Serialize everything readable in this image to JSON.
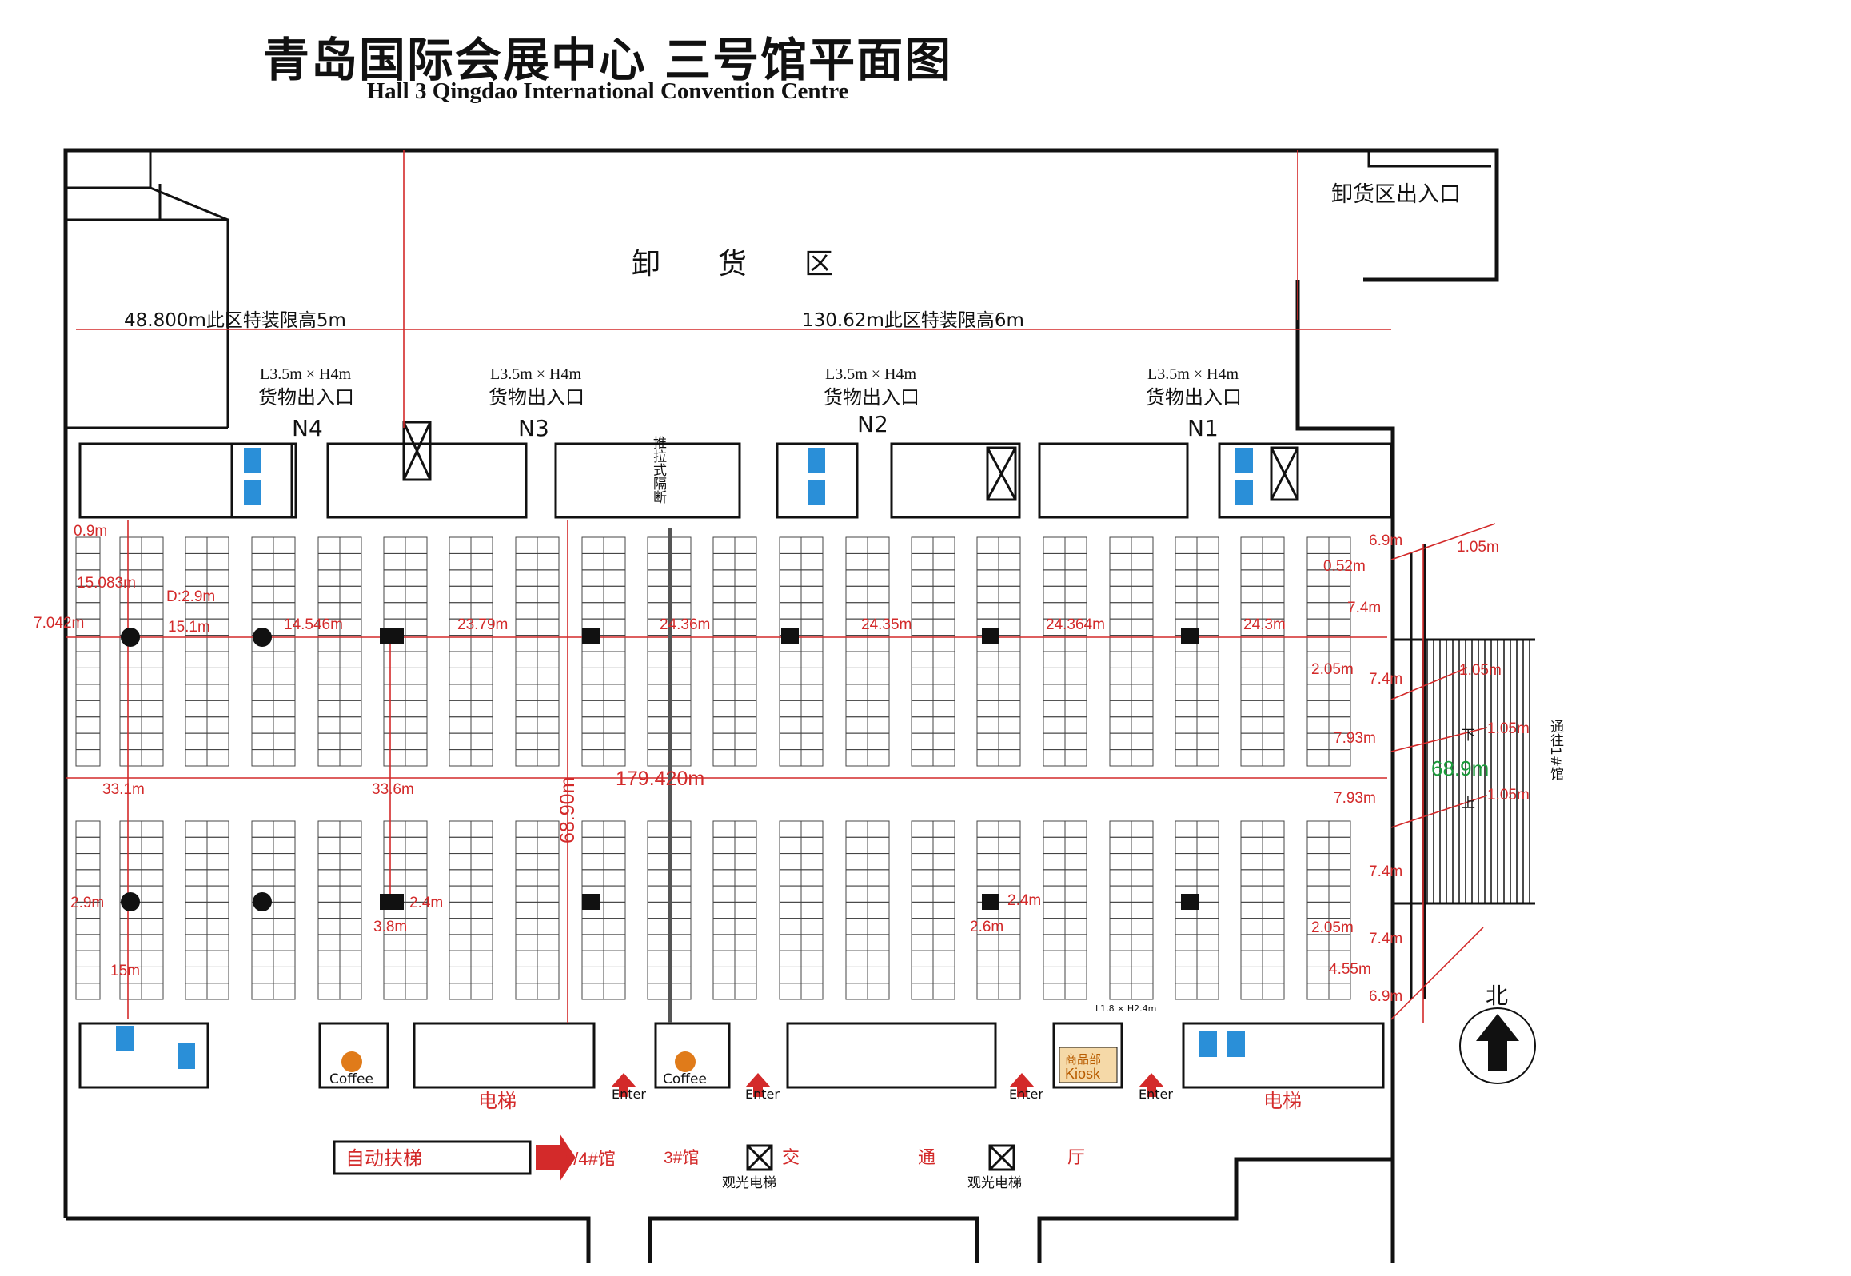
{
  "title": {
    "cn": "青岛国际会展中心  三号馆平面图",
    "en": "Hall 3 Qingdao International Convention Centre"
  },
  "unloading": {
    "exit_label": "卸货区出入口",
    "area_label": "卸　　货　　区",
    "height_left": "48.800m此区特装限高5m",
    "height_right": "130.62m此区特装限高6m"
  },
  "gates": [
    {
      "id": "N4",
      "size": "L3.5m × H4m",
      "label": "货物出入口"
    },
    {
      "id": "N3",
      "size": "L3.5m × H4m",
      "label": "货物出入口"
    },
    {
      "id": "N2",
      "size": "L3.5m × H4m",
      "label": "货物出入口"
    },
    {
      "id": "N1",
      "size": "L3.5m × H4m",
      "label": "货物出入口"
    }
  ],
  "partition_label": "推拉式隔断",
  "dimensions": {
    "d_0_9": "0.9m",
    "d_15_083": "15.083m",
    "d_dia": "D:2.9m",
    "d_7_042": "7.042m",
    "d_15_1": "15.1m",
    "d_14_546": "14.546m",
    "d_23_79": "23.79m",
    "d_24_36": "24.36m",
    "d_24_35": "24.35m",
    "d_24_364": "24.364m",
    "d_24_3": "24.3m",
    "d_33_1": "33.1m",
    "d_33_6": "33.6m",
    "d_179": "179.420m",
    "d_68_90": "68.90m",
    "d_2_9": "2.9m",
    "d_2_4a": "2.4m",
    "d_3_8": "3.8m",
    "d_2_4b": "2.4m",
    "d_2_6": "2.6m",
    "d_15m": "15m",
    "d_6_9a": "6.9m",
    "d_1_05a": "1.05m",
    "d_0_52": "0.52m",
    "d_7_4a": "7.4m",
    "d_2_05a": "2.05m",
    "d_7_4b": "7.4m",
    "d_1_05b": "1.05m",
    "d_7_93a": "7.93m",
    "d_1_05c": "1.05m",
    "d_68_9": "68.9m",
    "d_7_93b": "7.93m",
    "d_1_05d": "1.05m",
    "d_7_4c": "7.4m",
    "d_2_05b": "2.05m",
    "d_7_4d": "7.4m",
    "d_4_55": "4.55m",
    "d_6_9b": "6.9m"
  },
  "east_passage": {
    "label": "通往1#馆",
    "down": "下",
    "up": "上"
  },
  "north_label": "北",
  "south": {
    "coffee": "Coffee",
    "kiosk_cn": "商品部",
    "kiosk_en": "Kiosk",
    "kiosk_door": "L1.8 × H2.4m",
    "enter": "Enter",
    "elevator": "电梯",
    "escalator": "自动扶梯",
    "to_hall": "6/4#馆",
    "hall3": "3#馆",
    "lobby_1": "交",
    "lobby_2": "通",
    "lobby_3": "厅",
    "sightseeing_elevator": "观光电梯"
  },
  "colors": {
    "dimension": "#d32a2a",
    "restroom": "#2a8fd8",
    "accent_green": "#1a9a3a",
    "coffee": "#e07b1a"
  }
}
